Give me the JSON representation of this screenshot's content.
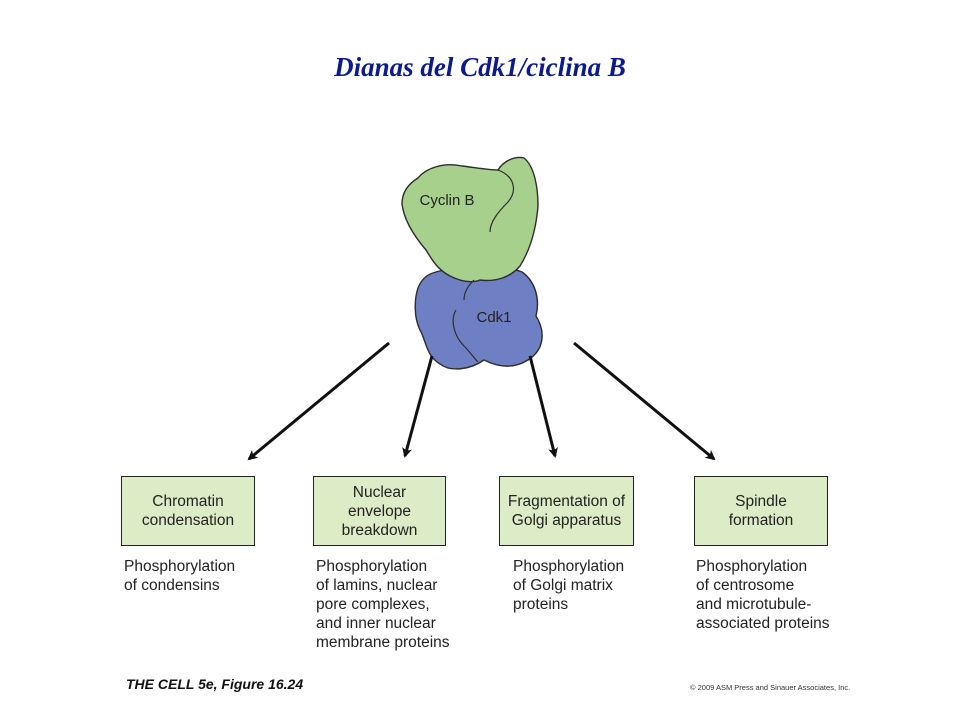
{
  "title": "Dianas del Cdk1/ciclina B",
  "complex": {
    "cyclin_label": "Cyclin B",
    "cdk_label": "Cdk1",
    "cyclin_color": "#a8d08d",
    "cdk_color": "#6f7fc3"
  },
  "targets": [
    {
      "box_text": "Chromatin\ncondensation",
      "description": "Phosphorylation\nof condensins"
    },
    {
      "box_text": "Nuclear\nenvelope\nbreakdown",
      "description": "Phosphorylation\nof lamins, nuclear\npore complexes,\nand inner nuclear\nmembrane proteins"
    },
    {
      "box_text": "Fragmentation of\nGolgi apparatus",
      "description": "Phosphorylation\nof Golgi matrix\nproteins"
    },
    {
      "box_text": "Spindle\nformation",
      "description": "Phosphorylation\nof centrosome\nand microtubule-\nassociated proteins"
    }
  ],
  "box_color": "#dcecc6",
  "footer": {
    "figure_label": "THE CELL 5e, Figure 16.24",
    "copyright": "© 2009 ASM Press and Sinauer Associates, Inc."
  }
}
